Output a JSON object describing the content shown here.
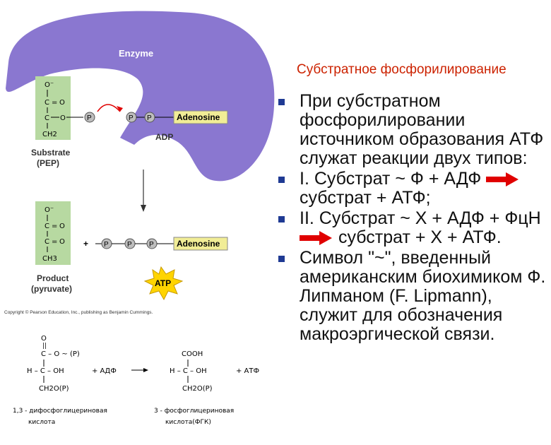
{
  "slide": {
    "title": "Субстратное фосфорилирование",
    "bullets": [
      {
        "segments": [
          "При субстратном фосфорилировании источником образования АТФ служат реакции двух типов:"
        ]
      },
      {
        "segments": [
          "I. Субстрат ~ Ф + АДФ",
          "субстрат + АТФ;"
        ]
      },
      {
        "segments": [
          "II. Субстрат ~ Х + АДФ + ФцН",
          "субстрат + Х + АТФ."
        ]
      },
      {
        "segments": [
          "Символ \"~\", введенный американским биохимиком Ф. Липманом (F. Lipmann), служит для обозначения макроэргической связи."
        ]
      }
    ]
  },
  "diagram": {
    "enzyme_label": "Enzyme",
    "substrate_label_1": "Substrate",
    "substrate_label_2": "(PEP)",
    "product_label_1": "Product",
    "product_label_2": "(pyruvate)",
    "adp_label": "ADP",
    "adenosine_label": "Adenosine",
    "phosphate_label": "P",
    "atp_label": "ATP",
    "plus": "+",
    "copyright": "Copyright © Pearson Education, Inc., publishing as Benjamin Cummings.",
    "mol": {
      "o_minus": "O⁻",
      "o": "O",
      "c": "C",
      "ch2": "CH2",
      "ch3": "CH3",
      "eq": "="
    },
    "reaction2": {
      "left_label_1": "1,3 - дифосфоглицериновая",
      "left_label_2": "кислота",
      "right_label_1": "3 - фосфоглицериновая",
      "right_label_2": "кислота(ФГК)",
      "adf": "+ АДФ",
      "atf": "+ АТФ",
      "cooh": "COOH",
      "h_c_oh": "H – C – OH",
      "ch2o_p": "CH2O(P)",
      "c_o_p": "C – O ~ (P)",
      "o": "O"
    }
  },
  "colors": {
    "enzyme": "#8a77d0",
    "molecule_box": "#b7d9a1",
    "adenosine_box": "#f1ed96",
    "phosphate": "#bdbdbd",
    "atp_star": "#ffd400",
    "title_red": "#cc2200",
    "bullet_marker": "#1f3a93",
    "arrow_red": "#e00000"
  }
}
